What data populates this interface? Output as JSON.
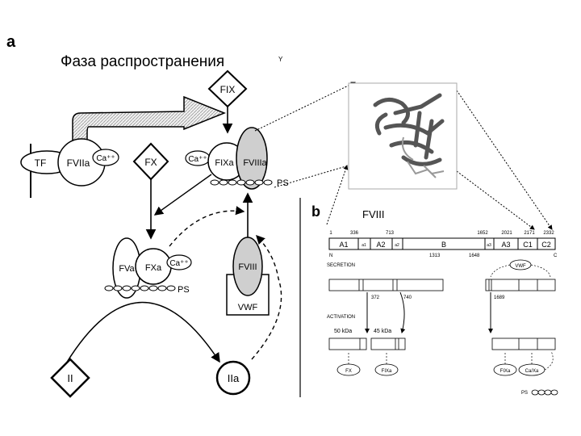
{
  "panel_a": {
    "label": "a",
    "title": "Фаза распространения",
    "title_mark": "Y",
    "nodes": {
      "fix": "FIX",
      "tf": "TF",
      "fviia": "FVIIa",
      "ca1": "Ca⁺⁺",
      "fx": "FX",
      "ca2": "Ca⁺⁺",
      "fixa": "FIXa",
      "fviiia": "FVIIIa",
      "ps_top": "PS",
      "fva": "FVa",
      "fxa": "FXa",
      "ca3": "Ca⁺⁺",
      "ps_mid": "PS",
      "fviii": "FVIII",
      "vwf": "VWF",
      "ii": "II",
      "iia": "IIa"
    }
  },
  "panel_b": {
    "label": "b",
    "title": "FVIII",
    "positions": [
      "1",
      "336",
      "713",
      "1652",
      "2021",
      "2171",
      "2332"
    ],
    "domains": [
      "A1",
      "a1",
      "A2",
      "a2",
      "B",
      "a3",
      "A3",
      "C1",
      "C2"
    ],
    "terminal_n": "N",
    "terminal_c": "C",
    "cleavage_1": "1313",
    "cleavage_2": "1648",
    "secretion_label": "SECRETION",
    "vwf": "VWF",
    "pos_372": "372",
    "pos_740": "740",
    "pos_1689": "1689",
    "activation_label": "ACTIVATION",
    "kda_50": "50 kDa",
    "kda_45": "45 kDa",
    "fx": "FX",
    "fixa": "FIXa",
    "fixa_2": "FIXa",
    "caxa": "Ca/Xa",
    "ps": "PS"
  }
}
